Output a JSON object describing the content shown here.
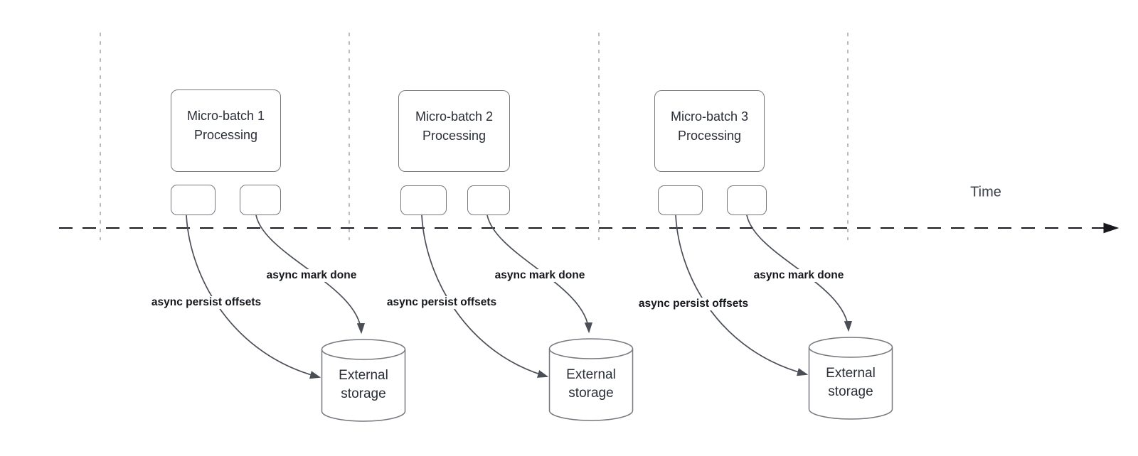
{
  "timeline": {
    "label": "Time"
  },
  "groups": [
    {
      "title_line1": "Micro-batch 1",
      "title_line2": "Processing",
      "persist_label": "async persist offsets",
      "done_label": "async mark done",
      "storage_line1": "External",
      "storage_line2": "storage"
    },
    {
      "title_line1": "Micro-batch 2",
      "title_line2": "Processing",
      "persist_label": "async persist offsets",
      "done_label": "async mark done",
      "storage_line1": "External",
      "storage_line2": "storage"
    },
    {
      "title_line1": "Micro-batch 3",
      "title_line2": "Processing",
      "persist_label": "async persist offsets",
      "done_label": "async mark done",
      "storage_line1": "External",
      "storage_line2": "storage"
    }
  ],
  "colors": {
    "canvas-bg": "#ffffff",
    "shape-stroke": "#75787e",
    "shape-text": "#2a2e37",
    "guide-line": "#a9abaf",
    "timeline-line": "#17191e",
    "flow-line": "#4a4e57",
    "label-text": "#15171c",
    "time-text": "#3a3f48"
  }
}
